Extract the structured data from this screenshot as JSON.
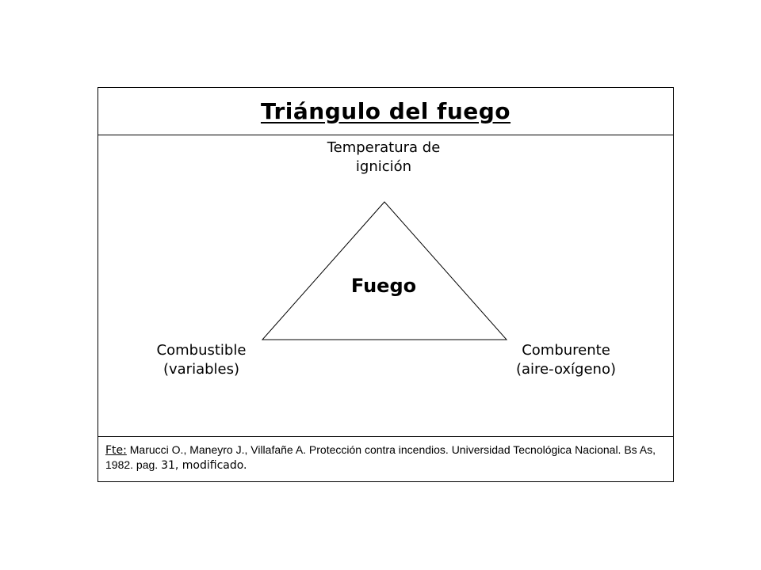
{
  "title": "Triángulo del fuego",
  "diagram": {
    "top_vertex": [
      "Temperatura de",
      "ignición"
    ],
    "left_vertex": [
      "Combustible",
      "(variables)"
    ],
    "right_vertex": [
      "Comburente",
      "(aire-oxígeno)"
    ],
    "center": "Fuego"
  },
  "source": {
    "prefix": "Fte:",
    "text": " Marucci O., Maneyro J., Villafañe A. Protección contra incendios. Universidad Tecnológica Nacional. Bs As, 1982. pag. ",
    "tail": "31, modificado."
  }
}
